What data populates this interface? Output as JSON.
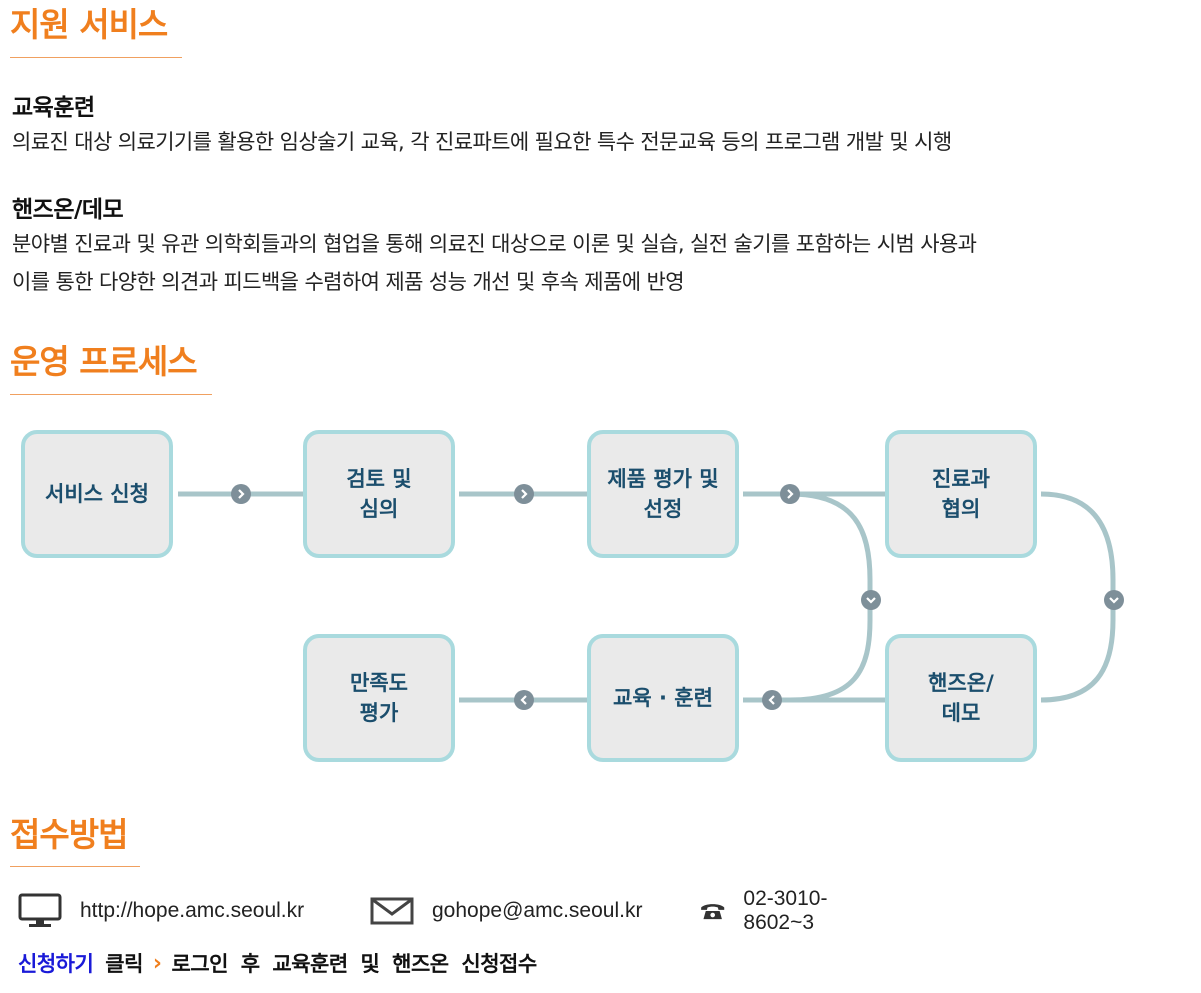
{
  "support": {
    "title": "지원 서비스",
    "training": {
      "heading": "교육훈련",
      "text": "의료진 대상 의료기기를 활용한 임상술기 교육, 각 진료파트에 필요한 특수 전문교육 등의 프로그램 개발 및 시행"
    },
    "handson": {
      "heading": "핸즈온/데모",
      "text_line1": "분야별 진료과 및 유관 의학회들과의 협업을 통해 의료진 대상으로 이론 및 실습, 실전 술기를 포함하는 시범 사용과",
      "text_line2": "이를 통한 다양한 의견과 피드백을 수렴하여 제품 성능 개선 및 후속 제품에 반영"
    }
  },
  "process": {
    "title": "운영 프로세스",
    "steps": [
      "서비스 신청",
      "검토 및\n심의",
      "제품 평가 및\n선정",
      "진료과\n협의",
      "핸즈온/\n데모",
      "교육 · 훈련",
      "만족도\n평가"
    ],
    "colors": {
      "box_fill": "#eaeaea",
      "box_border": "#a9dade",
      "line": "#a8c5c9",
      "arrow": "#7e8f99",
      "text": "#1b4e6d"
    }
  },
  "reception": {
    "title": "접수방법",
    "website": "http://hope.amc.seoul.kr",
    "email": "gohope@amc.seoul.kr",
    "phone": "02-3010-8602~3",
    "icons": [
      "monitor-icon",
      "envelope-icon",
      "phone-icon"
    ],
    "apply_link": "신청하기",
    "apply_click": "클릭",
    "apply_arrow": "›",
    "apply_rest": "로그인 후 교육훈련 및 핸즈온 신청접수"
  },
  "accent_color": "#f07f1e"
}
